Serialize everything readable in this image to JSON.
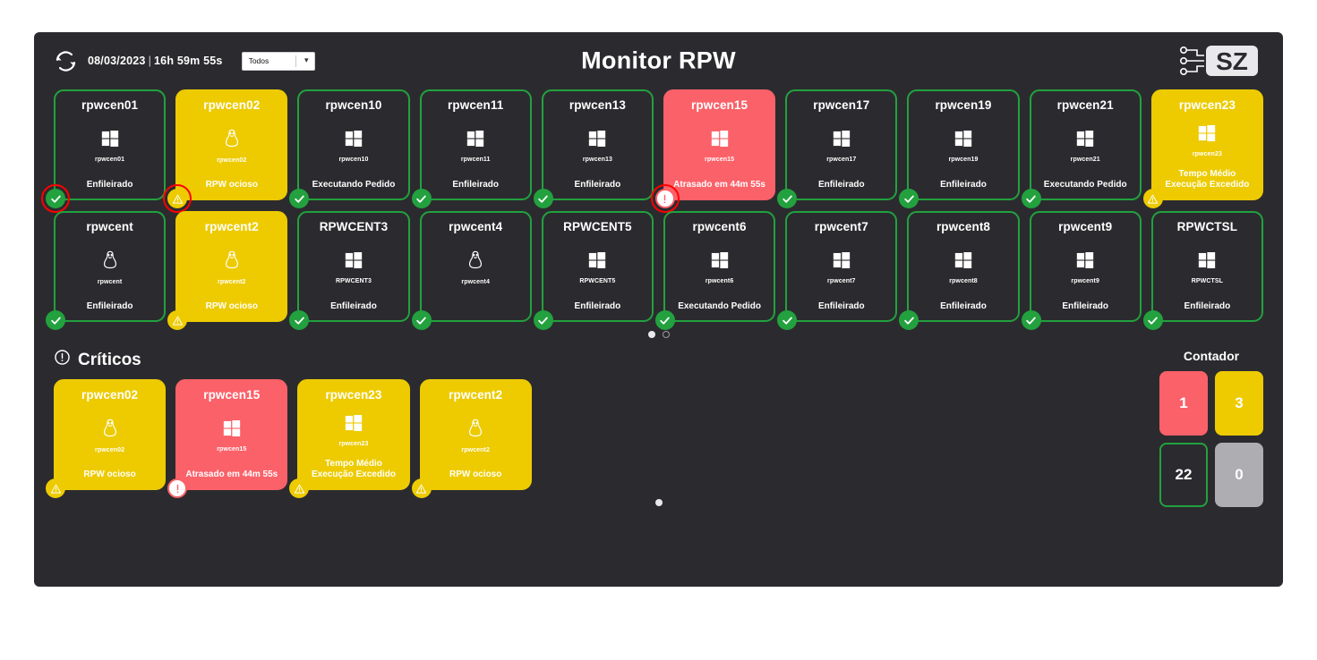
{
  "header": {
    "refresh_icon": "refresh-icon",
    "date": "08/03/2023",
    "separator": "|",
    "time": "16h 59m 55s",
    "filter_value": "Todos",
    "filter_caret": "chevron-down-icon",
    "title": "Monitor RPW",
    "logo_text": "SZ"
  },
  "colors": {
    "ok": "#22a13e",
    "warn": "#edcb00",
    "crit": "#fb6169",
    "gray": "#adadb2",
    "panel": "#2b2b2f",
    "page": "#ffffff"
  },
  "grid_row1": [
    {
      "title": "rpwcen01",
      "host": "rpwcen01",
      "os": "windows",
      "status": "Enfileirado",
      "state": "ok",
      "highlight": true
    },
    {
      "title": "rpwcen02",
      "host": "rpwcen02",
      "os": "linux",
      "status": "RPW ocioso",
      "state": "warn",
      "highlight": true
    },
    {
      "title": "rpwcen10",
      "host": "rpwcen10",
      "os": "windows",
      "status": "Executando Pedido",
      "state": "ok",
      "highlight": false
    },
    {
      "title": "rpwcen11",
      "host": "rpwcen11",
      "os": "windows",
      "status": "Enfileirado",
      "state": "ok",
      "highlight": false
    },
    {
      "title": "rpwcen13",
      "host": "rpwcen13",
      "os": "windows",
      "status": "Enfileirado",
      "state": "ok",
      "highlight": false
    },
    {
      "title": "rpwcen15",
      "host": "rpwcen15",
      "os": "windows",
      "status": "Atrasado em 44m 55s",
      "state": "crit",
      "highlight": true
    },
    {
      "title": "rpwcen17",
      "host": "rpwcen17",
      "os": "windows",
      "status": "Enfileirado",
      "state": "ok",
      "highlight": false
    },
    {
      "title": "rpwcen19",
      "host": "rpwcen19",
      "os": "windows",
      "status": "Enfileirado",
      "state": "ok",
      "highlight": false
    },
    {
      "title": "rpwcen21",
      "host": "rpwcen21",
      "os": "windows",
      "status": "Executando Pedido",
      "state": "ok",
      "highlight": false
    },
    {
      "title": "rpwcen23",
      "host": "rpwcen23",
      "os": "windows",
      "status": "Tempo Médio Execução Excedido",
      "state": "warn",
      "highlight": false
    }
  ],
  "grid_row2": [
    {
      "title": "rpwcent",
      "host": "rpwcent",
      "os": "linux",
      "status": "Enfileirado",
      "state": "ok",
      "highlight": false
    },
    {
      "title": "rpwcent2",
      "host": "rpwcent2",
      "os": "linux",
      "status": "RPW ocioso",
      "state": "warn",
      "highlight": false
    },
    {
      "title": "RPWCENT3",
      "host": "RPWCENT3",
      "os": "windows",
      "status": "Enfileirado",
      "state": "ok",
      "highlight": false
    },
    {
      "title": "rpwcent4",
      "host": "rpwcent4",
      "os": "linux",
      "status": "",
      "state": "ok",
      "highlight": false
    },
    {
      "title": "RPWCENT5",
      "host": "RPWCENT5",
      "os": "windows",
      "status": "Enfileirado",
      "state": "ok",
      "highlight": false
    },
    {
      "title": "rpwcent6",
      "host": "rpwcent6",
      "os": "windows",
      "status": "Executando Pedido",
      "state": "ok",
      "highlight": false
    },
    {
      "title": "rpwcent7",
      "host": "rpwcent7",
      "os": "windows",
      "status": "Enfileirado",
      "state": "ok",
      "highlight": false
    },
    {
      "title": "rpwcent8",
      "host": "rpwcent8",
      "os": "windows",
      "status": "Enfileirado",
      "state": "ok",
      "highlight": false
    },
    {
      "title": "rpwcent9",
      "host": "rpwcent9",
      "os": "windows",
      "status": "Enfileirado",
      "state": "ok",
      "highlight": false
    },
    {
      "title": "RPWCTSL",
      "host": "RPWCTSL",
      "os": "windows",
      "status": "Enfileirado",
      "state": "ok",
      "highlight": false
    }
  ],
  "grid_pager": [
    {
      "active": true
    },
    {
      "active": false
    }
  ],
  "criticos": {
    "icon": "alert-circle-icon",
    "title": "Críticos",
    "cards": [
      {
        "title": "rpwcen02",
        "host": "rpwcen02",
        "os": "linux",
        "status": "RPW ocioso",
        "state": "warn"
      },
      {
        "title": "rpwcen15",
        "host": "rpwcen15",
        "os": "windows",
        "status": "Atrasado em 44m 55s",
        "state": "crit"
      },
      {
        "title": "rpwcen23",
        "host": "rpwcen23",
        "os": "windows",
        "status": "Tempo Médio Execução Excedido",
        "state": "warn"
      },
      {
        "title": "rpwcent2",
        "host": "rpwcent2",
        "os": "linux",
        "status": "RPW ocioso",
        "state": "warn"
      }
    ],
    "pager": [
      {
        "active": true
      }
    ]
  },
  "contador": {
    "title": "Contador",
    "cells": [
      {
        "value": "1",
        "state": "red"
      },
      {
        "value": "3",
        "state": "yellow"
      },
      {
        "value": "22",
        "state": "green"
      },
      {
        "value": "0",
        "state": "gray"
      }
    ]
  }
}
